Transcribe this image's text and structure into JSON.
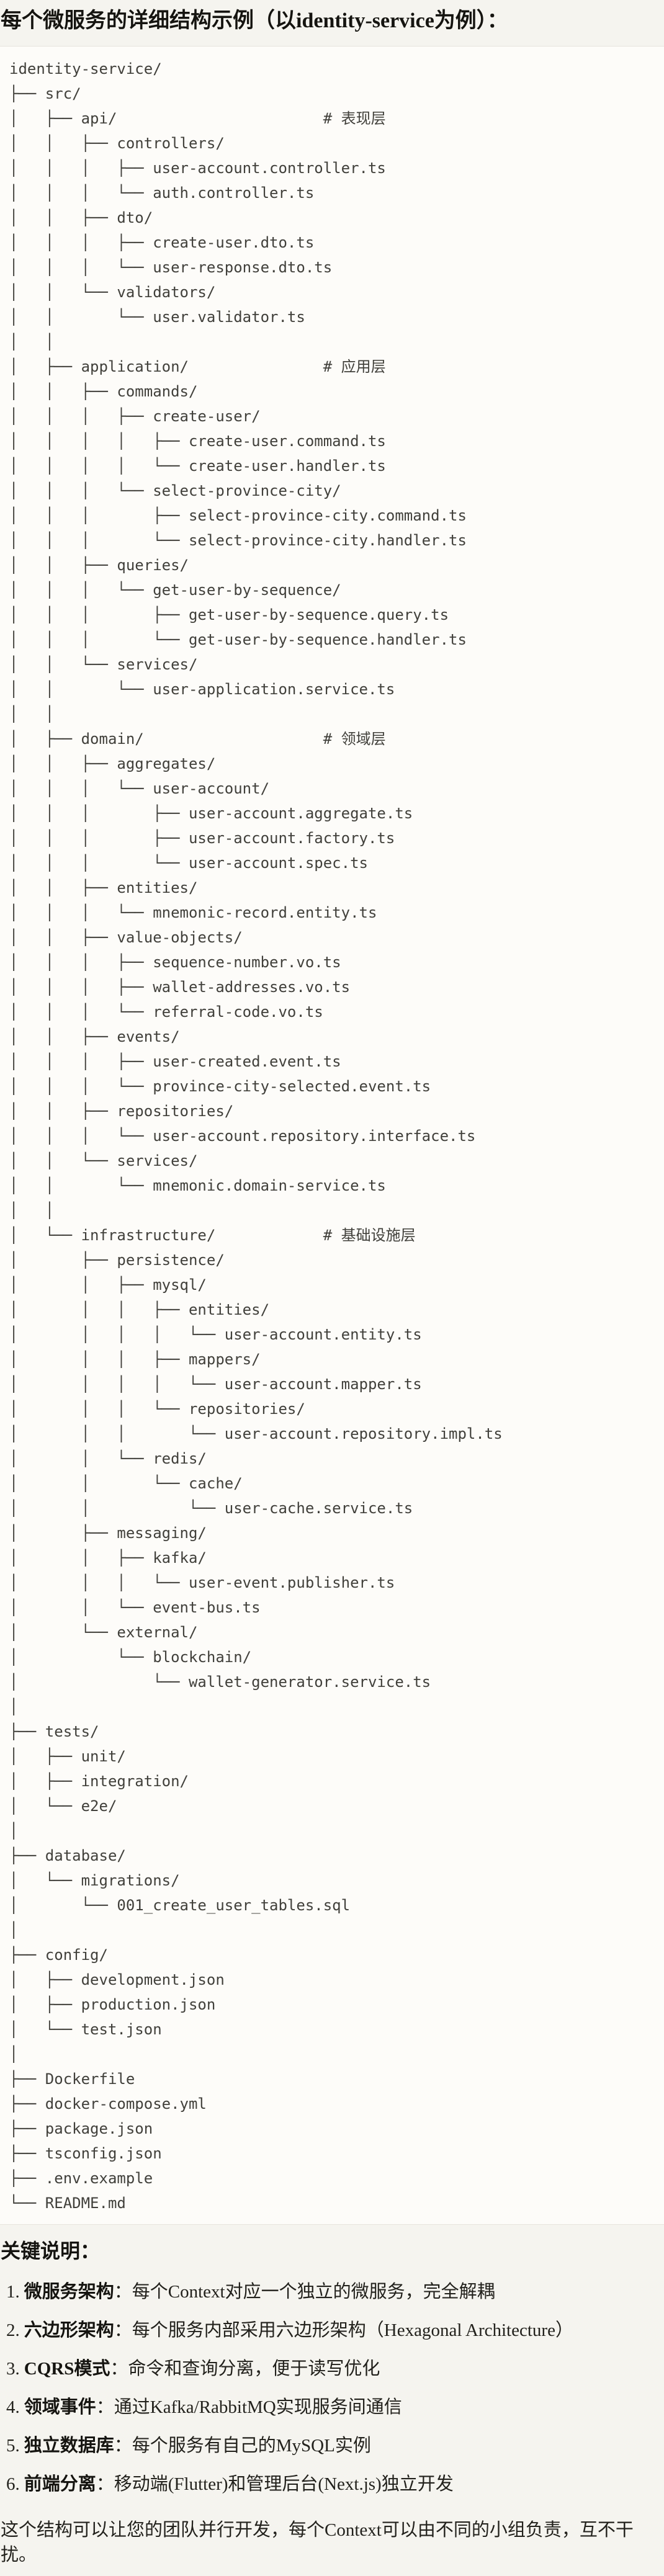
{
  "title": "每个微服务的详细结构示例（以identity-service为例）：",
  "colors": {
    "page_bg": "#f5f4ef",
    "code_bg": "#fdfcf9",
    "code_border": "#e6e4dd",
    "tree_text": "#41403b",
    "body_text": "#1d1c18"
  },
  "code_block": {
    "lines": [
      "identity-service/",
      "├── src/",
      "│   ├── api/                       # 表现层",
      "│   │   ├── controllers/",
      "│   │   │   ├── user-account.controller.ts",
      "│   │   │   └── auth.controller.ts",
      "│   │   ├── dto/",
      "│   │   │   ├── create-user.dto.ts",
      "│   │   │   └── user-response.dto.ts",
      "│   │   └── validators/",
      "│   │       └── user.validator.ts",
      "│   │",
      "│   ├── application/               # 应用层",
      "│   │   ├── commands/",
      "│   │   │   ├── create-user/",
      "│   │   │   │   ├── create-user.command.ts",
      "│   │   │   │   └── create-user.handler.ts",
      "│   │   │   └── select-province-city/",
      "│   │   │       ├── select-province-city.command.ts",
      "│   │   │       └── select-province-city.handler.ts",
      "│   │   ├── queries/",
      "│   │   │   └── get-user-by-sequence/",
      "│   │   │       ├── get-user-by-sequence.query.ts",
      "│   │   │       └── get-user-by-sequence.handler.ts",
      "│   │   └── services/",
      "│   │       └── user-application.service.ts",
      "│   │",
      "│   ├── domain/                    # 领域层",
      "│   │   ├── aggregates/",
      "│   │   │   └── user-account/",
      "│   │   │       ├── user-account.aggregate.ts",
      "│   │   │       ├── user-account.factory.ts",
      "│   │   │       └── user-account.spec.ts",
      "│   │   ├── entities/",
      "│   │   │   └── mnemonic-record.entity.ts",
      "│   │   ├── value-objects/",
      "│   │   │   ├── sequence-number.vo.ts",
      "│   │   │   ├── wallet-addresses.vo.ts",
      "│   │   │   └── referral-code.vo.ts",
      "│   │   ├── events/",
      "│   │   │   ├── user-created.event.ts",
      "│   │   │   └── province-city-selected.event.ts",
      "│   │   ├── repositories/",
      "│   │   │   └── user-account.repository.interface.ts",
      "│   │   └── services/",
      "│   │       └── mnemonic.domain-service.ts",
      "│   │",
      "│   └── infrastructure/            # 基础设施层",
      "│       ├── persistence/",
      "│       │   ├── mysql/",
      "│       │   │   ├── entities/",
      "│       │   │   │   └── user-account.entity.ts",
      "│       │   │   ├── mappers/",
      "│       │   │   │   └── user-account.mapper.ts",
      "│       │   │   └── repositories/",
      "│       │   │       └── user-account.repository.impl.ts",
      "│       │   └── redis/",
      "│       │       └── cache/",
      "│       │           └── user-cache.service.ts",
      "│       ├── messaging/",
      "│       │   ├── kafka/",
      "│       │   │   └── user-event.publisher.ts",
      "│       │   └── event-bus.ts",
      "│       └── external/",
      "│           └── blockchain/",
      "│               └── wallet-generator.service.ts",
      "│",
      "├── tests/",
      "│   ├── unit/",
      "│   ├── integration/",
      "│   └── e2e/",
      "│",
      "├── database/",
      "│   └── migrations/",
      "│       └── 001_create_user_tables.sql",
      "│",
      "├── config/",
      "│   ├── development.json",
      "│   ├── production.json",
      "│   └── test.json",
      "│",
      "├── Dockerfile",
      "├── docker-compose.yml",
      "├── package.json",
      "├── tsconfig.json",
      "├── .env.example",
      "└── README.md"
    ]
  },
  "notes": {
    "heading": "关键说明：",
    "items": [
      {
        "num": "1.",
        "label": "微服务架构",
        "text": "：每个Context对应一个独立的微服务，完全解耦"
      },
      {
        "num": "2.",
        "label": "六边形架构",
        "text": "：每个服务内部采用六边形架构（Hexagonal Architecture）"
      },
      {
        "num": "3.",
        "label": "CQRS模式",
        "text": "：命令和查询分离，便于读写优化"
      },
      {
        "num": "4.",
        "label": "领域事件",
        "text": "：通过Kafka/RabbitMQ实现服务间通信"
      },
      {
        "num": "5.",
        "label": "独立数据库",
        "text": "：每个服务有自己的MySQL实例"
      },
      {
        "num": "6.",
        "label": "前端分离",
        "text": "：移动端(Flutter)和管理后台(Next.js)独立开发"
      }
    ],
    "footer": "这个结构可以让您的团队并行开发，每个Context可以由不同的小组负责，互不干扰。"
  }
}
